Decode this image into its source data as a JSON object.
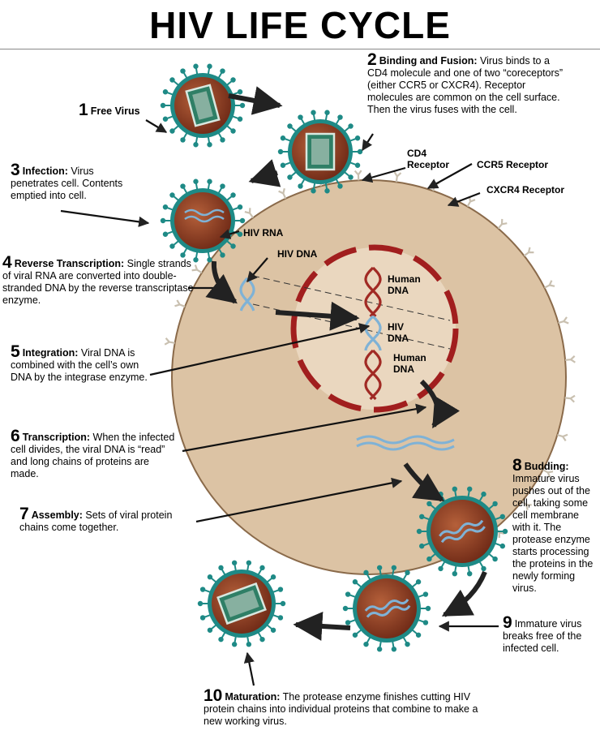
{
  "title": "HIV LIFE CYCLE",
  "colors": {
    "cell_fill": "#dcc3a4",
    "cell_outline": "#8a6a4a",
    "nucleus_fill": "#ead7bf",
    "nuclear_membrane": "#a11e1e",
    "virus_envelope": "#1e8a86",
    "virus_core": "#8a3a22",
    "viral_dna": "#7fb2d6",
    "human_dna": "#a12a24",
    "receptor": "#c9c0b0",
    "arrow": "#222222"
  },
  "steps": [
    {
      "num": "1",
      "head": "Free Virus",
      "body": ""
    },
    {
      "num": "2",
      "head": "Binding and Fusion:",
      "body": "Virus binds to a CD4 molecule and one of two “coreceptors” (either CCR5 or CXCR4). Receptor molecules are common on the cell surface.  Then the virus fuses with the cell."
    },
    {
      "num": "3",
      "head": "Infection:",
      "body": "Virus penetrates cell.  Contents emptied into cell."
    },
    {
      "num": "4",
      "head": "Reverse Transcription:",
      "body": "Single strands of viral RNA are converted into double-stranded DNA by the reverse transcriptase enzyme."
    },
    {
      "num": "5",
      "head": "Integration:",
      "body": "Viral DNA is combined with the cell’s own DNA by the integrase enzyme."
    },
    {
      "num": "6",
      "head": "Transcription:",
      "body": "When the infected cell divides, the viral DNA is “read” and long chains of proteins are made."
    },
    {
      "num": "7",
      "head": "Assembly:",
      "body": "Sets of viral protein chains come together."
    },
    {
      "num": "8",
      "head": "Budding:",
      "body": "Immature virus pushes out of the cell, taking some cell membrane with it. The protease enzyme starts processing the proteins in the newly forming virus."
    },
    {
      "num": "9",
      "head": "",
      "body": "Immature virus breaks free of the infected cell."
    },
    {
      "num": "10",
      "head": "Maturation:",
      "body": "The protease enzyme finishes  cutting HIV protein chains into individual proteins that combine to make a new working virus."
    }
  ],
  "labels": {
    "cd4": "CD4 Receptor",
    "ccr5": "CCR5 Receptor",
    "cxcr4": "CXCR4 Receptor",
    "hiv_rna": "HIV RNA",
    "hiv_dna": "HIV DNA",
    "human_dna_top": "Human DNA",
    "hiv_dna_nucleus": "HIV DNA",
    "human_dna_bottom": "Human DNA"
  }
}
